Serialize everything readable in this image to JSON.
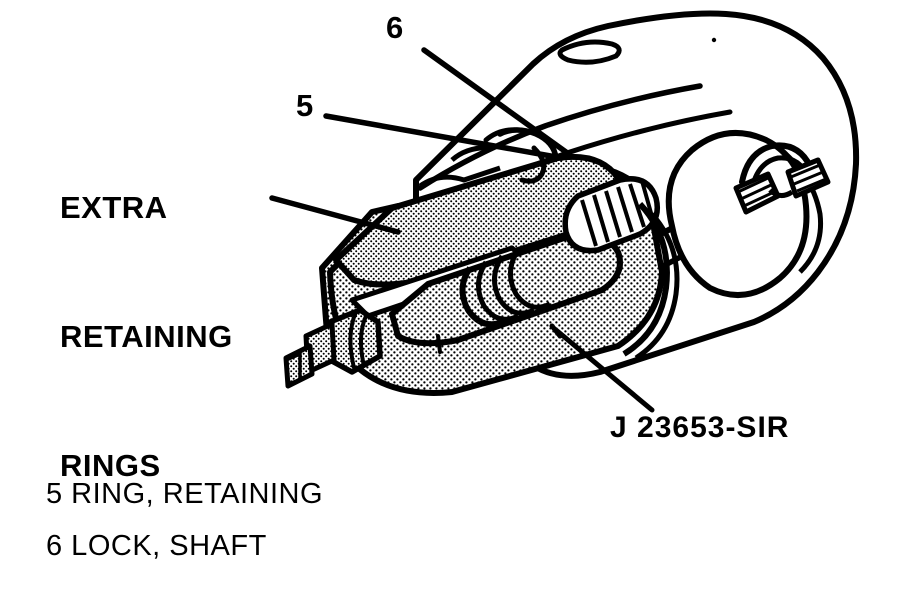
{
  "figure": {
    "type": "technical-line-drawing",
    "subject": "Steering column shaft lock compressor tool installed in column housing",
    "background_color": "#ffffff",
    "line_color": "#000000",
    "fill_style": "stipple-dot-shading"
  },
  "callouts": {
    "number_6": "6",
    "number_5": "5"
  },
  "annotations": {
    "extra_rings": {
      "line1": "EXTRA",
      "line2": "RETAINING",
      "line3": "RINGS"
    },
    "tool_id": "J 23653-SIR"
  },
  "legend": {
    "items": [
      {
        "number": "5",
        "text": "5 RING, RETAINING"
      },
      {
        "number": "6",
        "text": "6 LOCK, SHAFT"
      }
    ]
  },
  "parts": {
    "housing": "steering-column-housing",
    "tool_body": "compressor-tool-body",
    "splined_shaft": "splined-shaft-section",
    "hex_drive": "hex-drive-end",
    "retaining_ring_clip": "retaining-ring-clip"
  }
}
